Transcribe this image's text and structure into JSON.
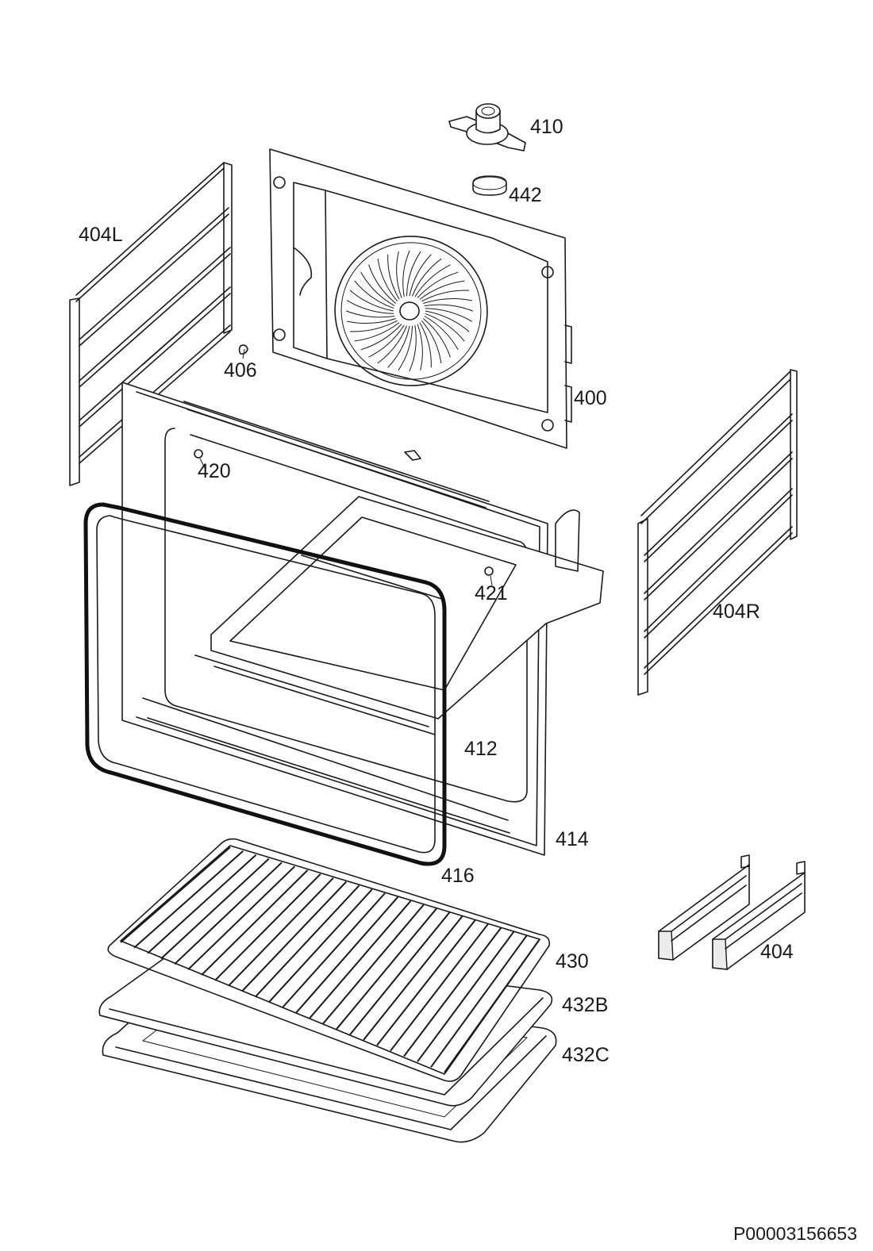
{
  "diagram": {
    "labels": {
      "p410": "410",
      "p442": "442",
      "p404L": "404L",
      "p406": "406",
      "p400": "400",
      "p420": "420",
      "p421": "421",
      "p404R": "404R",
      "p412": "412",
      "p414": "414",
      "p416": "416",
      "p404": "404",
      "p430": "430",
      "p432B": "432B",
      "p432C": "432C"
    },
    "document_id": "P00003156653"
  }
}
